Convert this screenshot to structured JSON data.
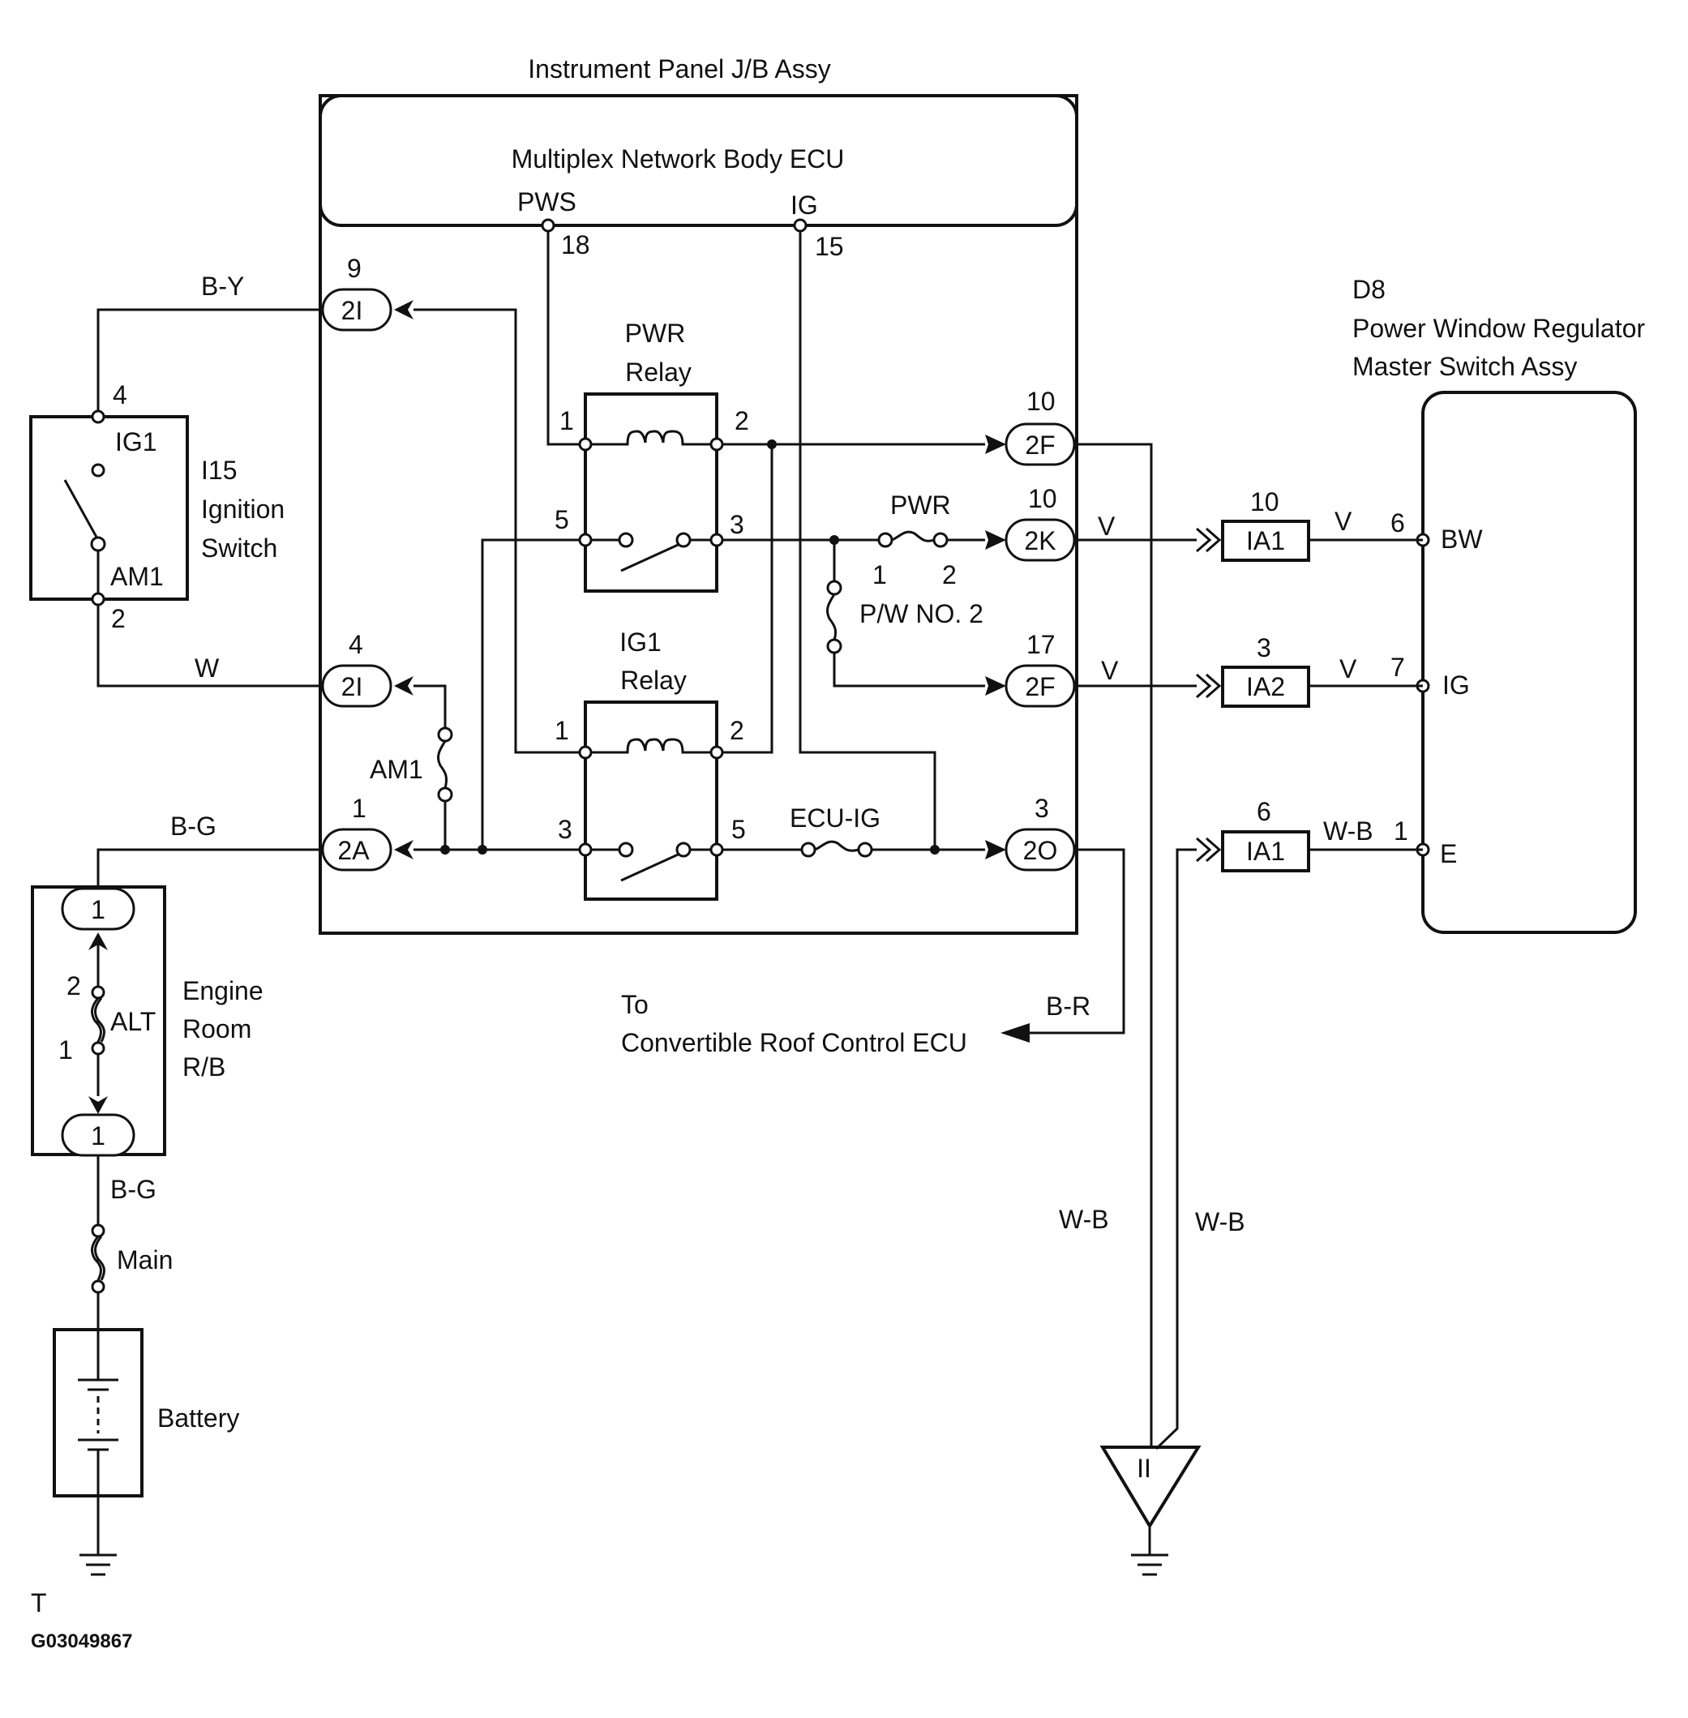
{
  "jb": {
    "title": "Instrument Panel J/B Assy",
    "ecu": "Multiplex Network Body ECU",
    "pws": "PWS",
    "pws_pin": "18",
    "ig": "IG",
    "ig_pin": "15",
    "pwr_relay_1": "PWR",
    "pwr_relay_2": "Relay",
    "ig1_relay_1": "IG1",
    "ig1_relay_2": "Relay",
    "pwr_fuse": "PWR",
    "pwr_fuse_pin1": "1",
    "pwr_fuse_pin2": "2",
    "pw_fuse": "P/W NO. 2",
    "am1_fuse": "AM1",
    "ecuig_fuse": "ECU-IG",
    "pwr_coil_pin_l": "1",
    "pwr_coil_pin_r": "2",
    "pwr_sw_pin_l": "5",
    "pwr_sw_pin_r": "3",
    "ig1_coil_pin_l": "1",
    "ig1_coil_pin_r": "2",
    "ig1_sw_pin_l": "3",
    "ig1_sw_pin_r": "5"
  },
  "connectors": {
    "c2i_top": {
      "label": "2I",
      "pin": "9"
    },
    "c2i_bot": {
      "label": "2I",
      "pin": "4"
    },
    "c2a": {
      "label": "2A",
      "pin": "1"
    },
    "c2f_top": {
      "label": "2F",
      "pin": "10"
    },
    "c2k": {
      "label": "2K",
      "pin": "10"
    },
    "c2f_bot": {
      "label": "2F",
      "pin": "17"
    },
    "c2o": {
      "label": "2O",
      "pin": "3"
    },
    "ia1_top": {
      "label": "IA1",
      "pin": "10"
    },
    "ia2": {
      "label": "IA2",
      "pin": "3"
    },
    "ia1_bot": {
      "label": "IA1",
      "pin": "6"
    }
  },
  "ignition": {
    "ig1": "IG1",
    "am1": "AM1",
    "pin_top": "4",
    "pin_bot": "2",
    "label_1": "I15",
    "label_2": "Ignition",
    "label_3": "Switch"
  },
  "engine_room": {
    "label_1": "Engine",
    "label_2": "Room",
    "label_3": "R/B",
    "top_pin": "1",
    "bottom_pin": "1",
    "fuse": "ALT",
    "fuse_pin_top": "2",
    "fuse_pin_bot": "1"
  },
  "battery": {
    "label": "Battery",
    "fuse": "Main"
  },
  "master_switch": {
    "code": "D8",
    "name_1": "Power Window Regulator",
    "name_2": "Master Switch Assy",
    "bw": "BW",
    "bw_pin": "6",
    "ig": "IG",
    "ig_pin": "7",
    "e": "E",
    "e_pin": "1"
  },
  "convertible": {
    "to": "To",
    "name": "Convertible Roof Control ECU"
  },
  "wires": {
    "by": "B-Y",
    "w": "W",
    "bg_top": "B-G",
    "bg_bot": "B-G",
    "v1": "V",
    "v2": "V",
    "v3": "V",
    "v4": "V",
    "wb1": "W-B",
    "wb2": "W-B",
    "wb3": "W-B",
    "br": "B-R"
  },
  "ground_label": "II",
  "footer": {
    "letter": "T",
    "code": "G03049867"
  }
}
